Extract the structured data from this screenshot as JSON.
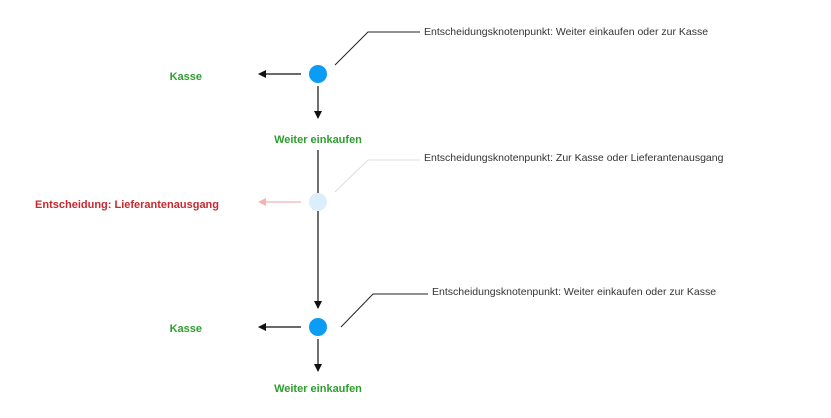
{
  "colors": {
    "node": "#0b9cf5",
    "node_faded": "#dbeefc",
    "ok_label": "#2e9e2e",
    "decision_label": "#c8282e",
    "edge": "#111111",
    "edge_faded": "#f1b4b4",
    "callout": "#222222",
    "callout_faded": "#dddddd"
  },
  "nodes": [
    {
      "id": "node-1",
      "faded": false,
      "left_label": "Kasse",
      "down_label": "Weiter einkaufen",
      "callout": "Entscheidungsknotenpunkt: Weiter einkaufen oder zur Kasse"
    },
    {
      "id": "node-2",
      "faded": true,
      "left_label": "Entscheidung: Lieferantenausgang",
      "callout": "Entscheidungsknotenpunkt: Zur Kasse oder Lieferantenausgang"
    },
    {
      "id": "node-3",
      "faded": false,
      "left_label": "Kasse",
      "down_label": "Weiter einkaufen",
      "callout": "Entscheidungsknotenpunkt: Weiter einkaufen oder zur Kasse"
    }
  ]
}
